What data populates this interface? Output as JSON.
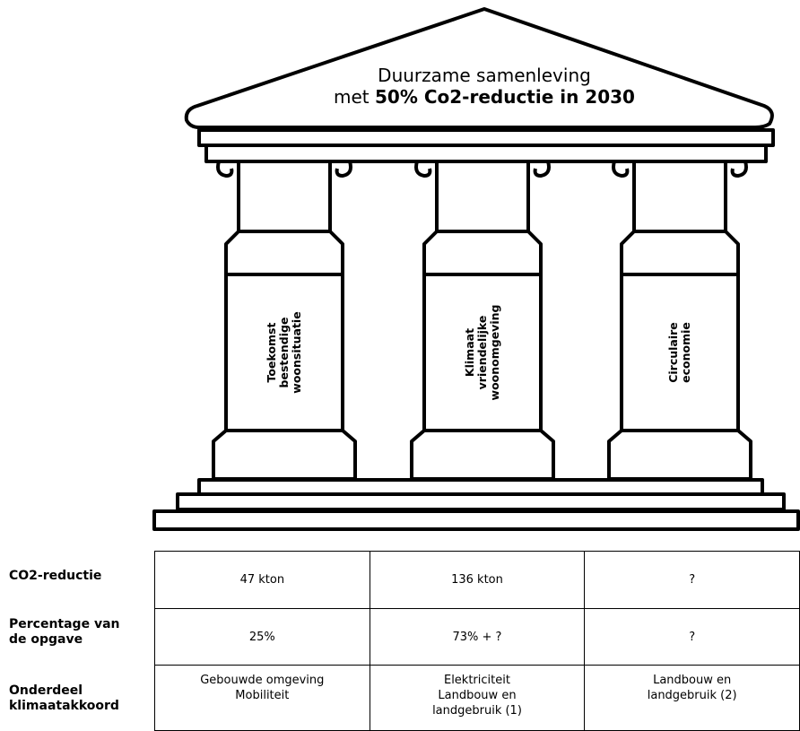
{
  "roof": {
    "line1": "Duurzame samenleving",
    "line2_prefix": "met ",
    "line2_bold": "50% Co2-reductie in 2030"
  },
  "pillars": [
    {
      "lines": [
        "Toekomst",
        "bestendige",
        "woonsituatie"
      ]
    },
    {
      "lines": [
        "Klimaat",
        "vriendelijke",
        "woonomgeving"
      ]
    },
    {
      "lines": [
        "Circulaire",
        "economie"
      ]
    }
  ],
  "rows": [
    {
      "label": [
        "CO2-reductie"
      ],
      "cells": [
        [
          "47 kton"
        ],
        [
          "136 kton"
        ],
        [
          "?"
        ]
      ]
    },
    {
      "label": [
        "Percentage van",
        "de opgave"
      ],
      "cells": [
        [
          "25%"
        ],
        [
          "73% + ?"
        ],
        [
          "?"
        ]
      ]
    },
    {
      "label": [
        "Onderdeel",
        "klimaatakkoord"
      ],
      "cells": [
        [
          "Gebouwde omgeving",
          "Mobiliteit"
        ],
        [
          "Elektriciteit",
          "Landbouw en",
          "landgebruik (1)"
        ],
        [
          "Landbouw en",
          "landgebruik (2)"
        ]
      ]
    }
  ],
  "colors": {
    "stroke": "#000000",
    "fill": "#ffffff"
  }
}
